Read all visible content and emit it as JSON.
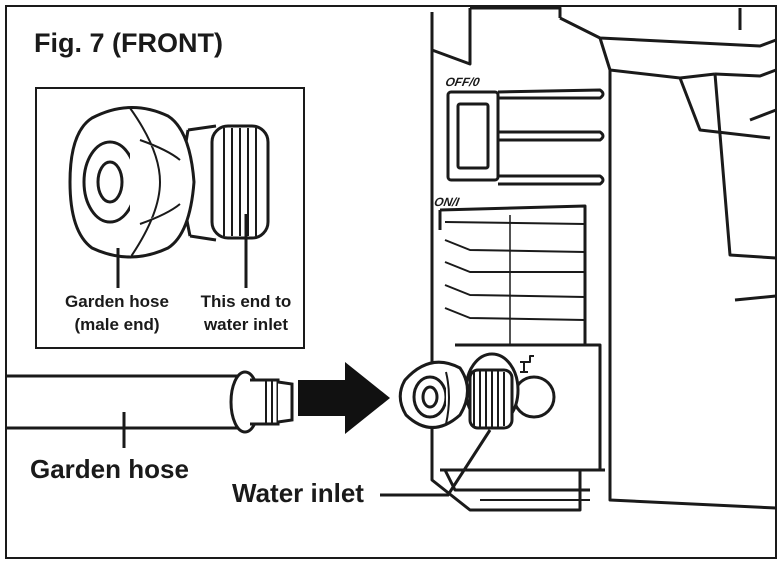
{
  "figure": {
    "title": "Fig. 7  (FRONT)"
  },
  "inset": {
    "label_left_line1": "Garden hose",
    "label_left_line2": "(male end)",
    "label_right_line1": "This end to",
    "label_right_line2": "water inlet"
  },
  "main": {
    "garden_hose_label": "Garden hose",
    "water_inlet_label": "Water inlet",
    "switch_off_label": "OFF/0",
    "switch_on_label": "ON/I"
  },
  "colors": {
    "ink": "#1a1a1a",
    "background": "#ffffff",
    "arrow": "#111111"
  }
}
